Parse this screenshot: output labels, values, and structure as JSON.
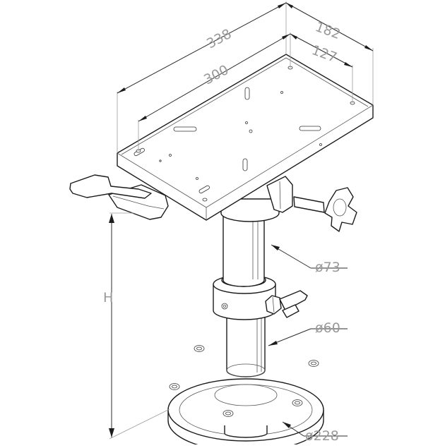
{
  "dimensions": {
    "seat_overall_length": "338",
    "seat_overall_width": "182",
    "hole_spacing_length": "300",
    "hole_spacing_width": "127",
    "height": "H",
    "upper_tube_diameter": "ø73",
    "lower_tube_diameter": "ø60",
    "base_diameter": "ø228"
  },
  "colors": {
    "line": "#1c1c1c",
    "dimension_text": "#9a9a9a",
    "background": "#ffffff"
  }
}
